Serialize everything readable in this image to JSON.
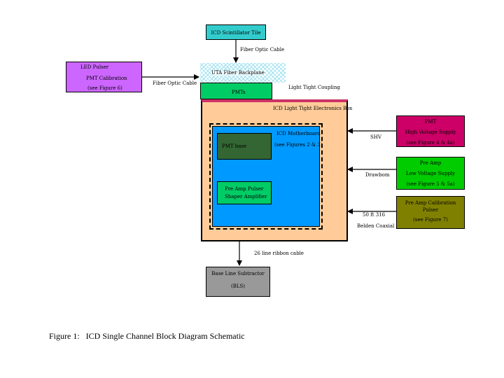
{
  "scintillator": {
    "label": "ICD Scintillator Tile"
  },
  "fiber_cable_top": {
    "label": "Fiber Optic Cable"
  },
  "led_pulser": {
    "line1": "LED Pulser",
    "line2": "PMT Calibration",
    "line3": "(see Figure 6)"
  },
  "fiber_cable_left": {
    "label": "Fiber Optic Cable"
  },
  "uta_backplane": {
    "label": "UTA Fiber Backplane"
  },
  "pmts": {
    "label": "PMTs"
  },
  "light_tight_coupling": {
    "label": "Light Tight Coupling"
  },
  "electronics_box": {
    "label": "ICD Light Tight Electronics Box"
  },
  "motherboard": {
    "line1": "ICD Motherboard",
    "line2": "(see Figures 2 & 3)"
  },
  "pmt_base": {
    "label": "PMT base"
  },
  "preamp_shaper": {
    "line1": "Pre Amp Pulser",
    "line2": "Shaper Amplifier"
  },
  "shv": {
    "label": "SHV"
  },
  "drawbom": {
    "label": "Drawbom"
  },
  "coax": {
    "line1": "50 ft 316",
    "line2": "Belden Coaxial"
  },
  "pmt_hv": {
    "line1": "PMT",
    "line2": "High Voltage Supply",
    "line3": "(see Figure 4 & 4a)"
  },
  "preamp_lv": {
    "line1": "Pre Amp",
    "line2": "Low Voltage Supply",
    "line3": "(see Figure 5 & 5a)"
  },
  "preamp_cal": {
    "line1": "Pre Amp Calibration",
    "line2": "Pulser",
    "line3": "(see Figure 7)"
  },
  "ribbon": {
    "label": "26 line ribbon cable"
  },
  "bls": {
    "line1": "Base Line Subtractor",
    "line2": "(BLS)"
  },
  "caption": {
    "label": "Figure 1:   ICD Single Channel Block Diagram Schematic"
  },
  "colors": {
    "scintillator": "#33cccc",
    "led": "#cc66ff",
    "pmts": "#00cc66",
    "box": "#ffcc99",
    "motherboard": "#0099ff",
    "pmt_base": "#336633",
    "shaper": "#00cc66",
    "pmt_hv": "#cc0066",
    "lv": "#00cc00",
    "cal": "#808000",
    "bls": "#999999",
    "coupling_bar": "#cc3366"
  }
}
